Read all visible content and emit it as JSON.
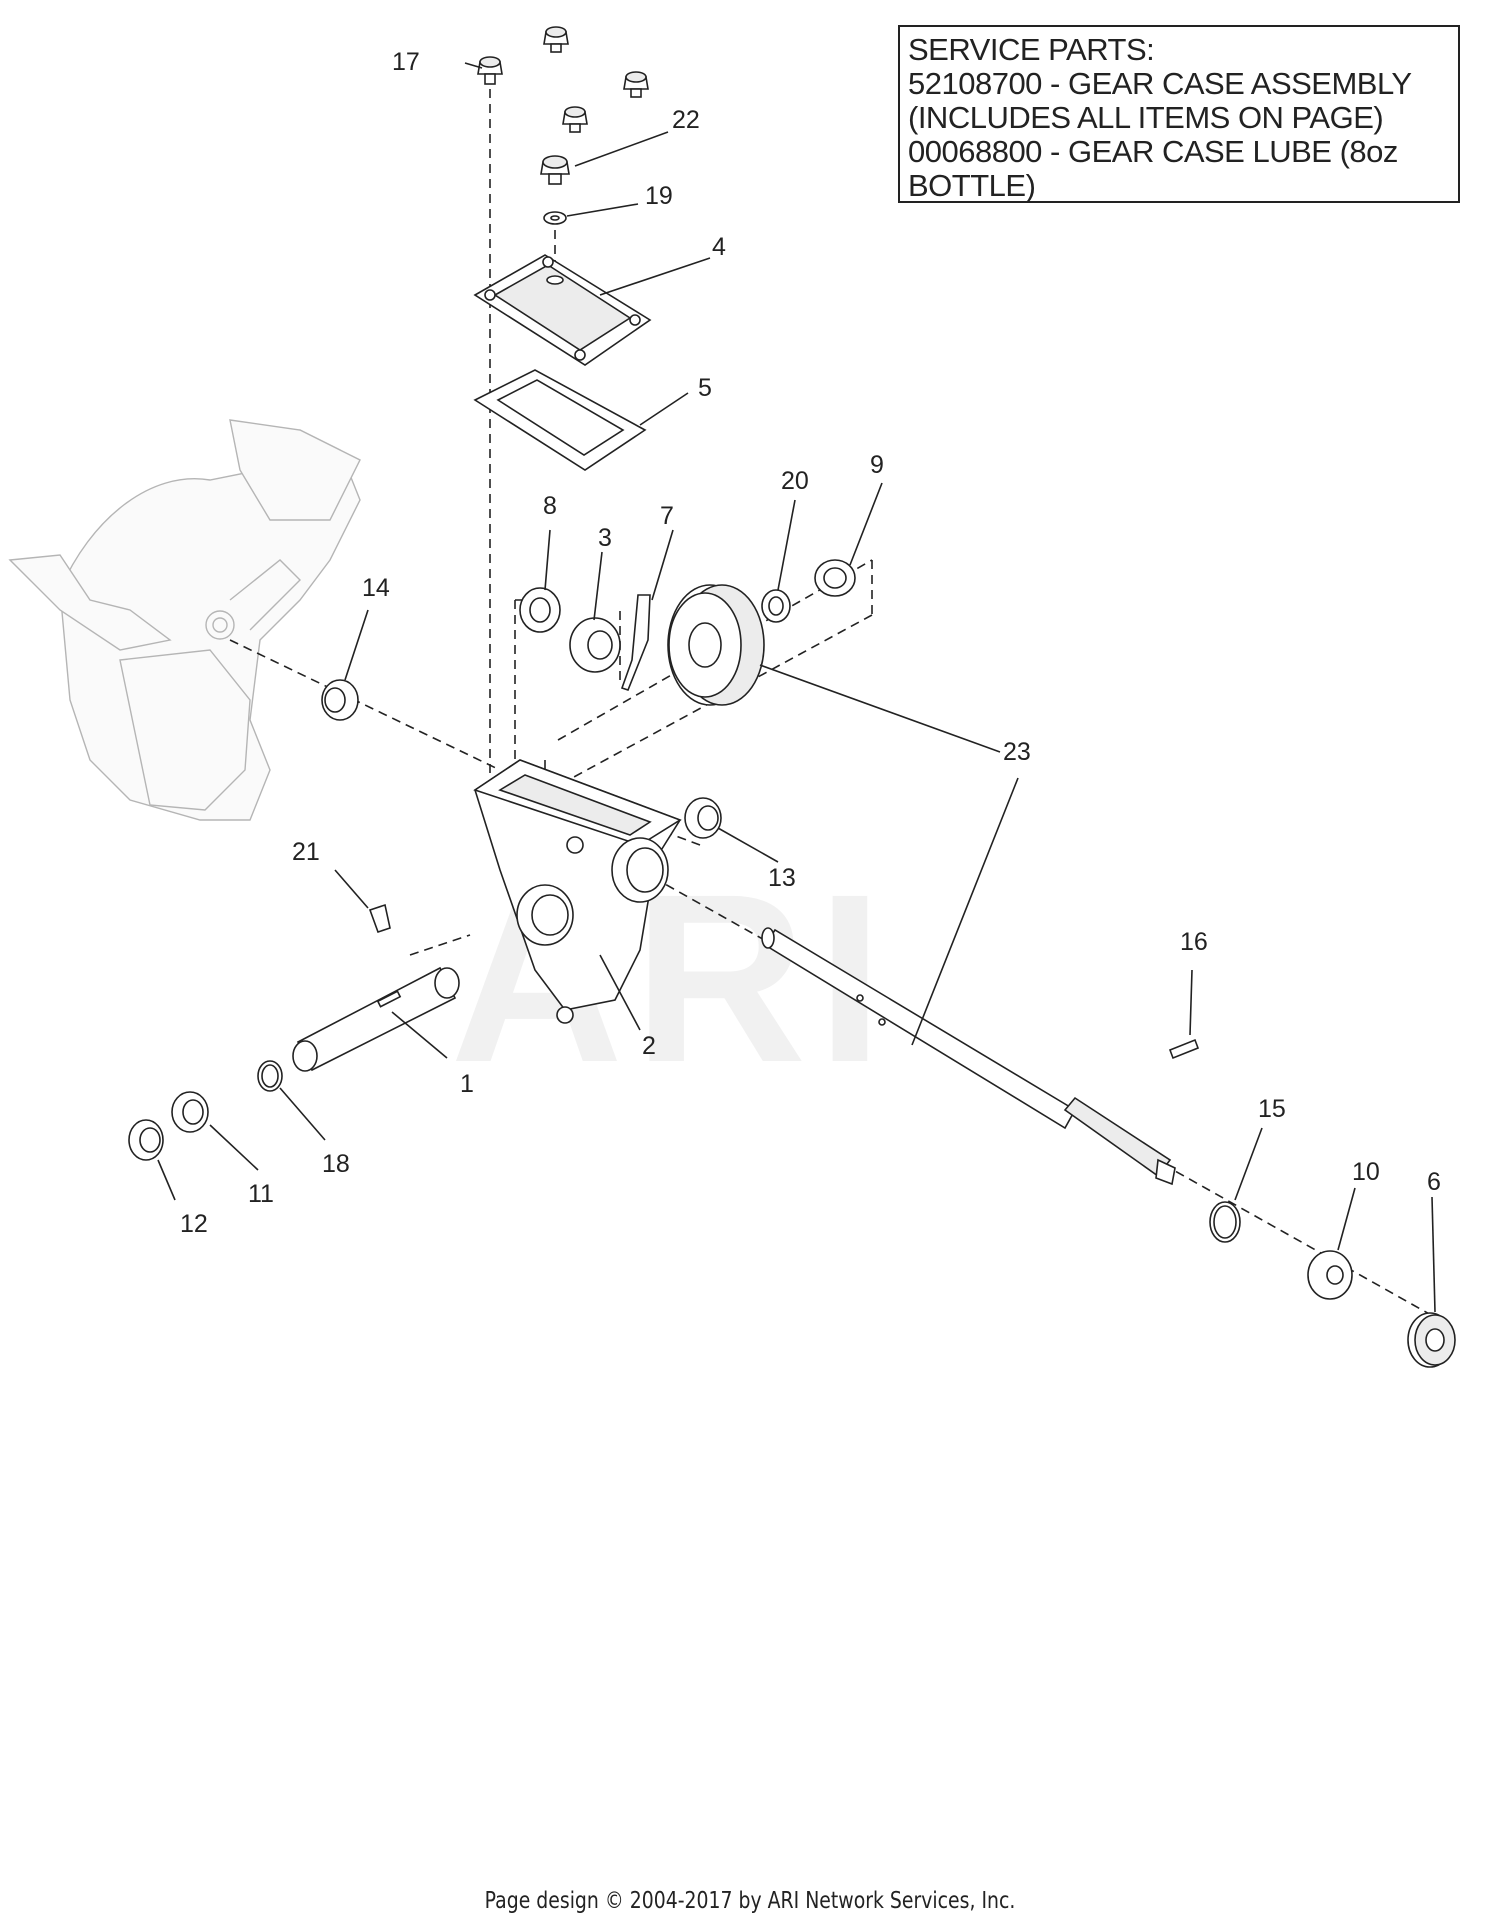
{
  "service_box": {
    "lines": [
      "SERVICE PARTS:",
      "52108700 - GEAR CASE ASSEMBLY",
      "(INCLUDES ALL ITEMS ON PAGE)",
      "00068800 - GEAR CASE LUBE (8oz",
      "BOTTLE)"
    ]
  },
  "callouts": {
    "c1": "1",
    "c2": "2",
    "c3": "3",
    "c4": "4",
    "c5": "5",
    "c6": "6",
    "c7": "7",
    "c8": "8",
    "c9": "9",
    "c10": "10",
    "c11": "11",
    "c12": "12",
    "c13": "13",
    "c14": "14",
    "c15": "15",
    "c16": "16",
    "c17": "17",
    "c18": "18",
    "c19": "19",
    "c20": "20",
    "c21": "21",
    "c22": "22",
    "c23": "23"
  },
  "watermark": "ARI",
  "footer": "Page design © 2004-2017 by ARI Network Services, Inc."
}
